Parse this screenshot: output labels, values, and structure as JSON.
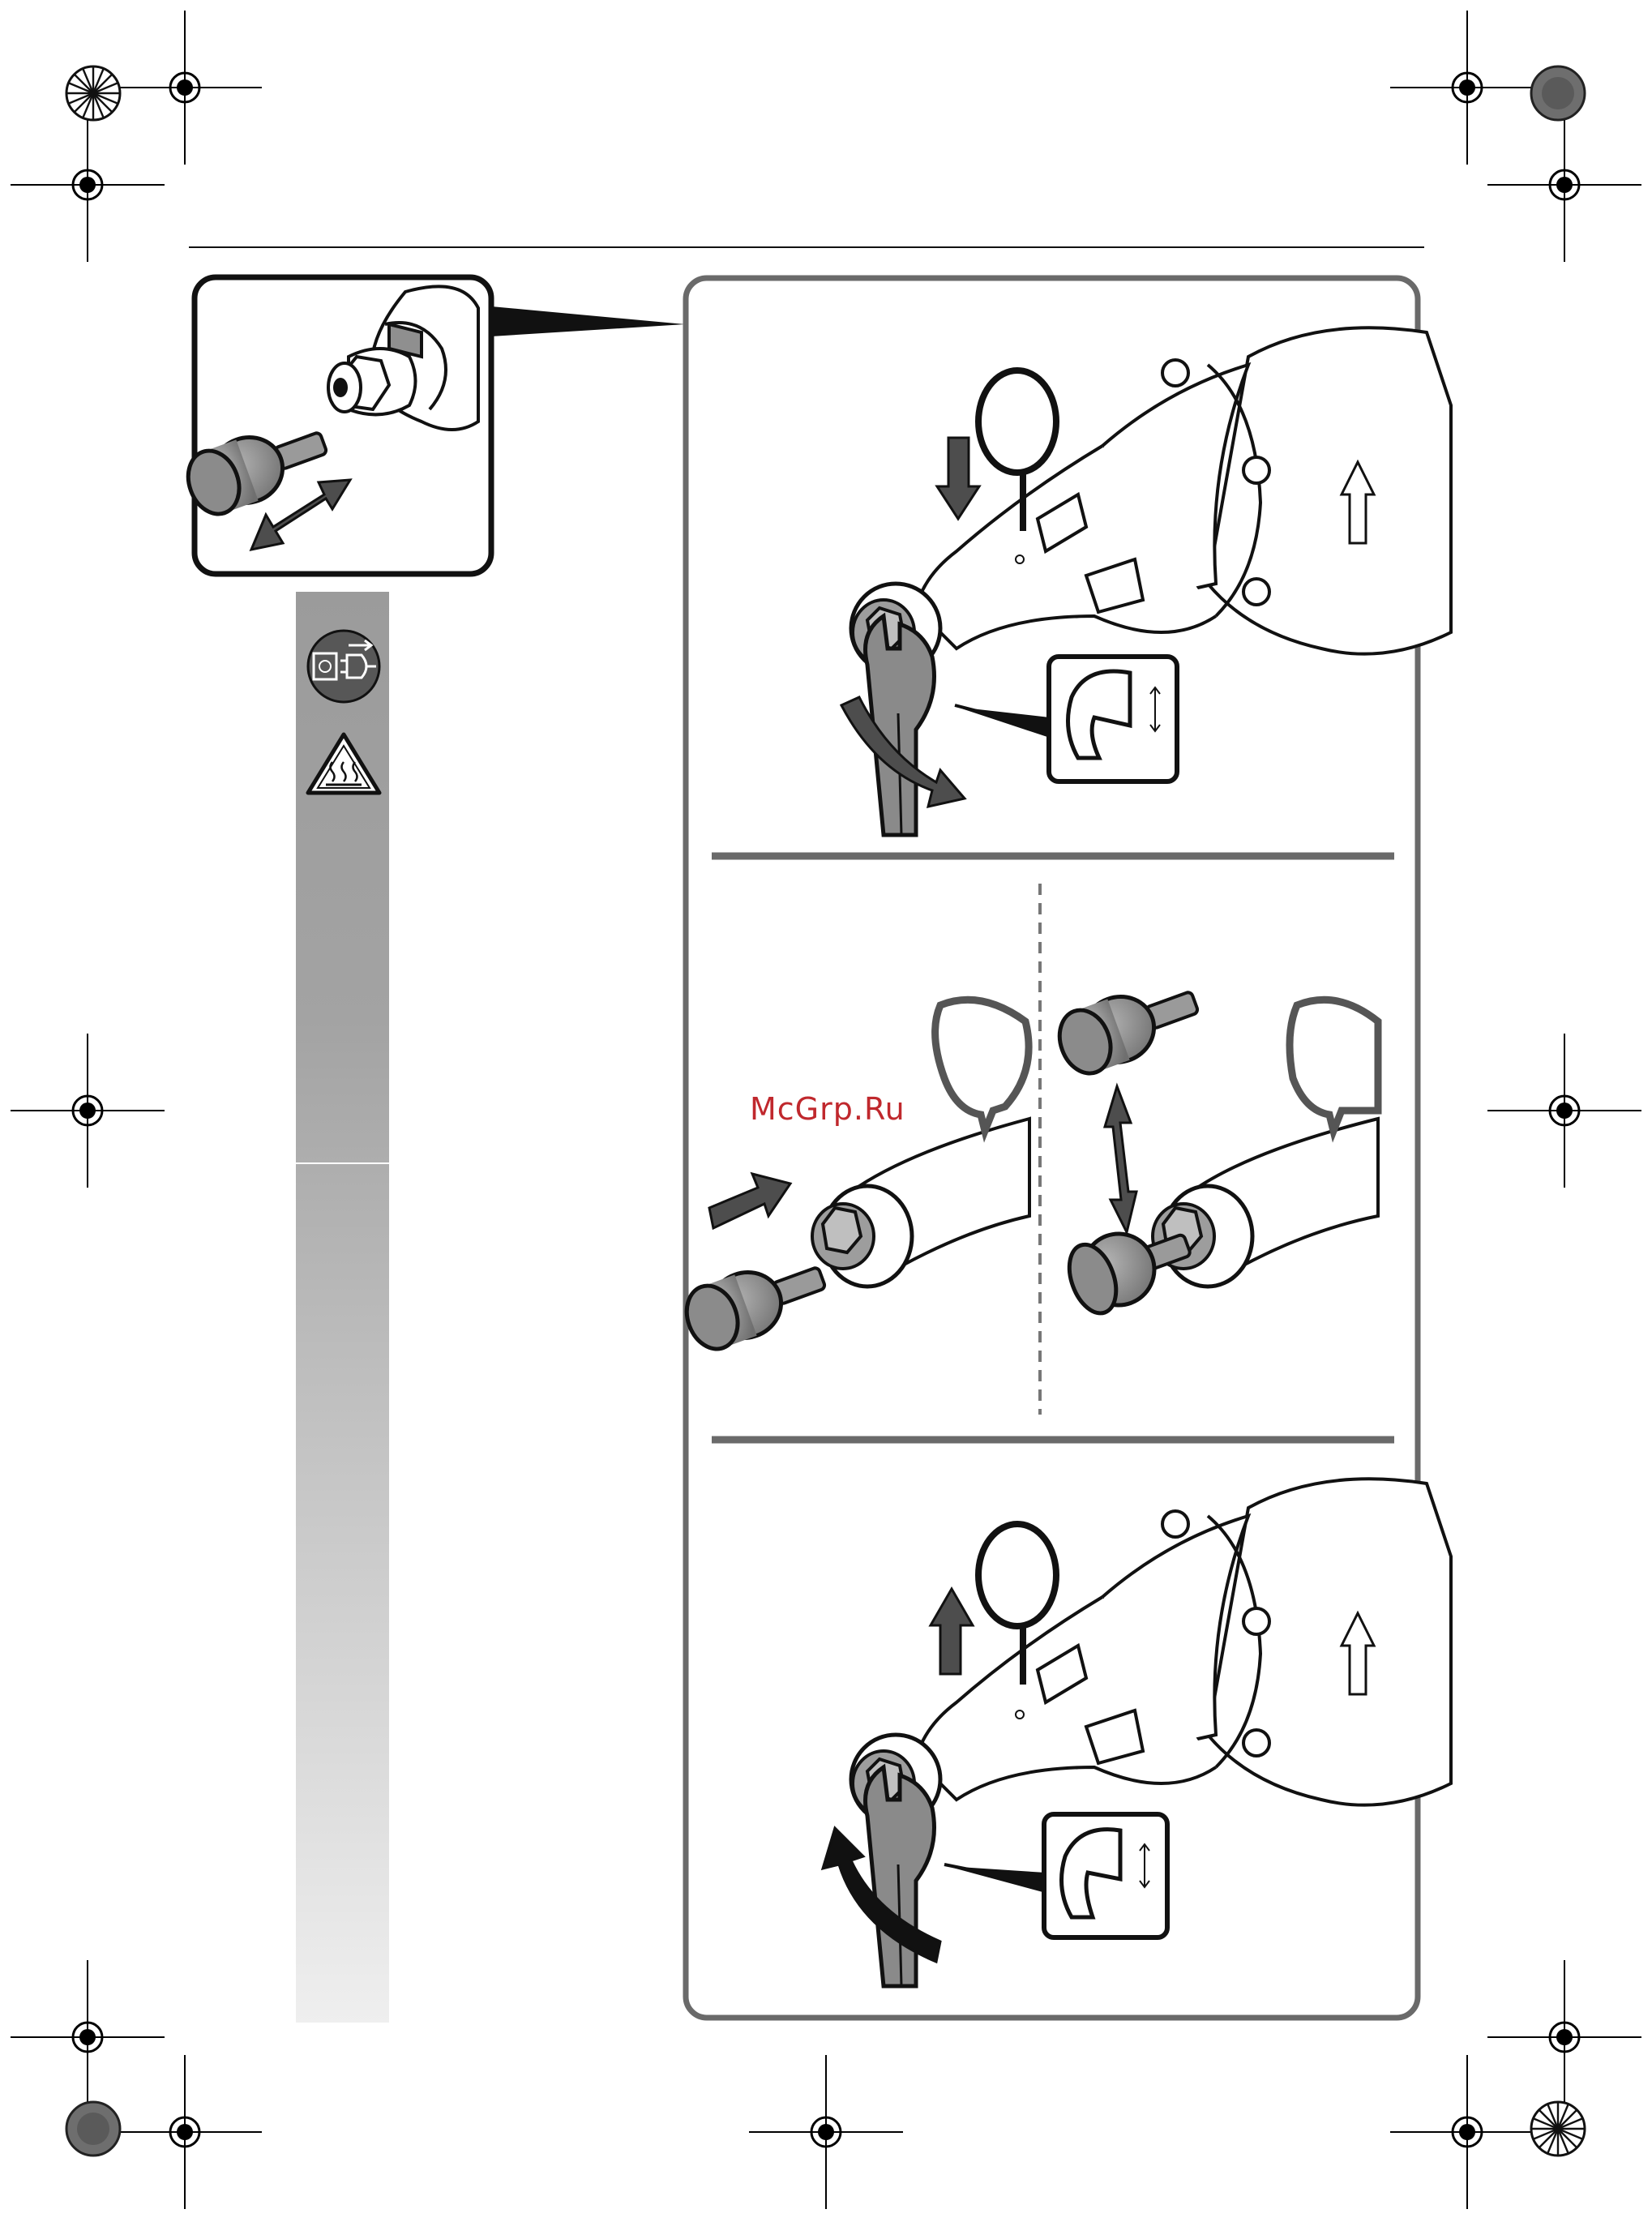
{
  "watermark": {
    "text": "McGrp.Ru",
    "color": "#c0282d"
  },
  "colors": {
    "frame_gray": "#6a6a6a",
    "panel_outline": "#111111",
    "side_strip_top": "#9b9b9b",
    "side_strip_bottom": "#ececec",
    "accessory_gray": "#8a8a8a",
    "pictogram_bg": "#575757"
  },
  "icons": {
    "reg_marks": "registration-crosshair-icon",
    "color_wheels": "color-calibration-wheel-icon",
    "unplug": "unplug-power-icon",
    "hot_surface": "hot-surface-warning-icon",
    "arrow_down": "arrow-down-icon",
    "arrow_up": "arrow-up-icon",
    "double_arrow": "double-arrow-icon",
    "rotate_arrow": "rotate-arrow-icon",
    "wrench": "wrench-icon"
  },
  "steps": [
    {
      "name": "loosen-collet-nut",
      "direction": "clockwise"
    },
    {
      "name": "insert-accessory"
    },
    {
      "name": "tighten-collet-nut",
      "direction": "counterclockwise"
    }
  ]
}
